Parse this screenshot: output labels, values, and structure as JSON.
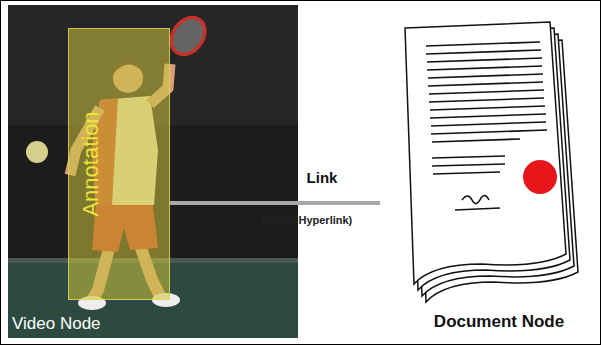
{
  "diagram": {
    "nodes": [
      {
        "text": [
          "Video Node"
        ]
      },
      {
        "text": [
          "Annotation"
        ],
        "in": 0
      },
      {
        "text": [
          "Document Node"
        ]
      }
    ],
    "edges": [
      {
        "from": 1,
        "to": 2,
        "arrow": "none",
        "label": "Link"
      }
    ],
    "labels": [
      "(Video Hyperlink)"
    ]
  }
}
